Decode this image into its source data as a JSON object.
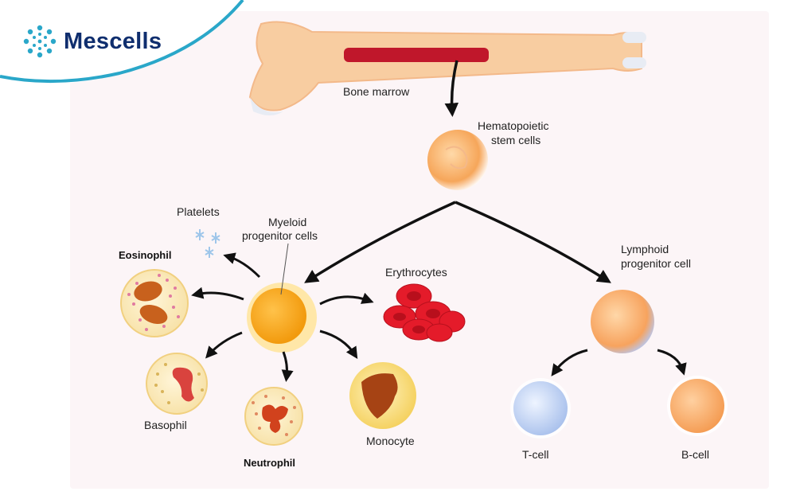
{
  "brand": {
    "name": "Mescells",
    "icon": "molecule-ring-icon",
    "color": "#0f2e6e",
    "accent": "#2aa7c9"
  },
  "labels": {
    "bone_marrow": "Bone marrow",
    "hsc_line1": "Hematopoietic",
    "hsc_line2": "stem cells",
    "platelets": "Platelets",
    "myeloid_line1": "Myeloid",
    "myeloid_line2": "progenitor cells",
    "eosinophil": "Eosinophil",
    "erythrocytes": "Erythrocytes",
    "lymphoid_line1": "Lymphoid",
    "lymphoid_line2": "progenitor cell",
    "basophil": "Basophil",
    "neutrophil": "Neutrophil",
    "monocyte": "Monocyte",
    "tcell": "T-cell",
    "bcell": "B-cell"
  }
}
